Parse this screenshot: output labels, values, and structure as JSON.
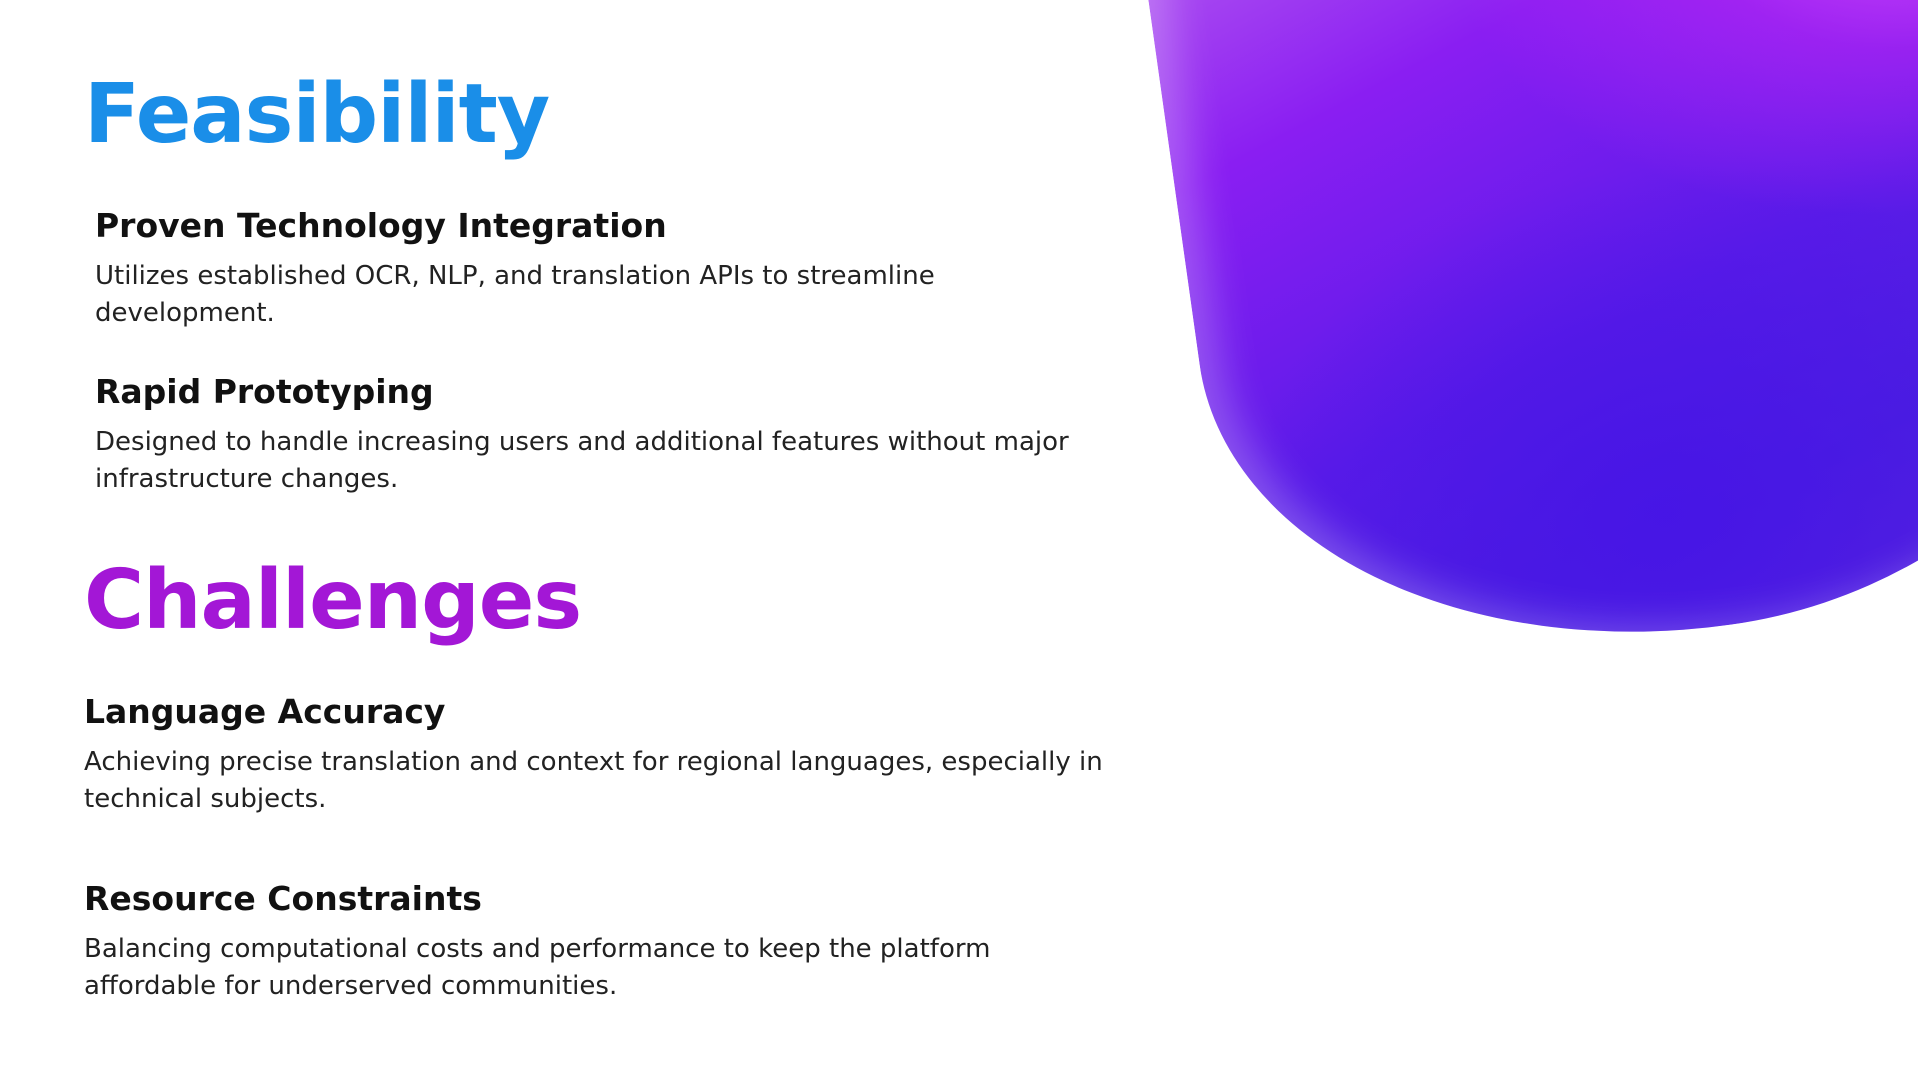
{
  "slide": {
    "accent_colors": {
      "feasibility_title": "#1a8ee8",
      "challenges_title": "#a317d6",
      "blob_gradient": [
        "#b65cf0",
        "#8a1ef2",
        "#5a1be8",
        "#4b1fe0"
      ]
    },
    "feasibility": {
      "title": "Feasibility",
      "items": [
        {
          "heading": "Proven Technology Integration",
          "body": "Utilizes established OCR, NLP, and translation APIs to streamline development."
        },
        {
          "heading": "Rapid Prototyping",
          "body": "Designed to handle increasing users and additional features without major infrastructure changes."
        }
      ]
    },
    "challenges": {
      "title": "Challenges",
      "items": [
        {
          "heading": "Language Accuracy",
          "body": "Achieving precise translation and context for regional languages, especially in technical subjects."
        },
        {
          "heading": "Resource Constraints",
          "body": "Balancing computational costs and performance to keep the platform affordable for underserved communities."
        }
      ]
    }
  }
}
